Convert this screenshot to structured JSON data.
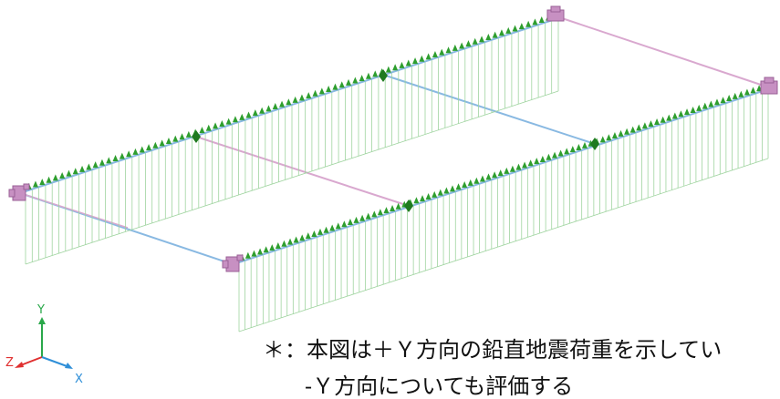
{
  "diagram": {
    "notes": {
      "line1": "＊：本図は＋Ｙ方向の鉛直地震荷重を示してい",
      "line2": "-Ｙ方向についても評価する"
    },
    "axes": {
      "y": "Y",
      "z": "Z",
      "x": "X"
    },
    "colors": {
      "load_arrow": "#2e9e2e",
      "node": "#1f7a1f",
      "load_line": "#9fd49f",
      "beam_blue": "#89b9e2",
      "beam_pink": "#d9a8cf",
      "support": "#c790c2",
      "axis_y": "#2aa84a",
      "axis_z": "#e03030",
      "axis_x": "#2f8fd8"
    },
    "loaded_beams": [
      {
        "id": "beam-back",
        "arrow_count": 80
      },
      {
        "id": "beam-front",
        "arrow_count": 88
      }
    ]
  }
}
